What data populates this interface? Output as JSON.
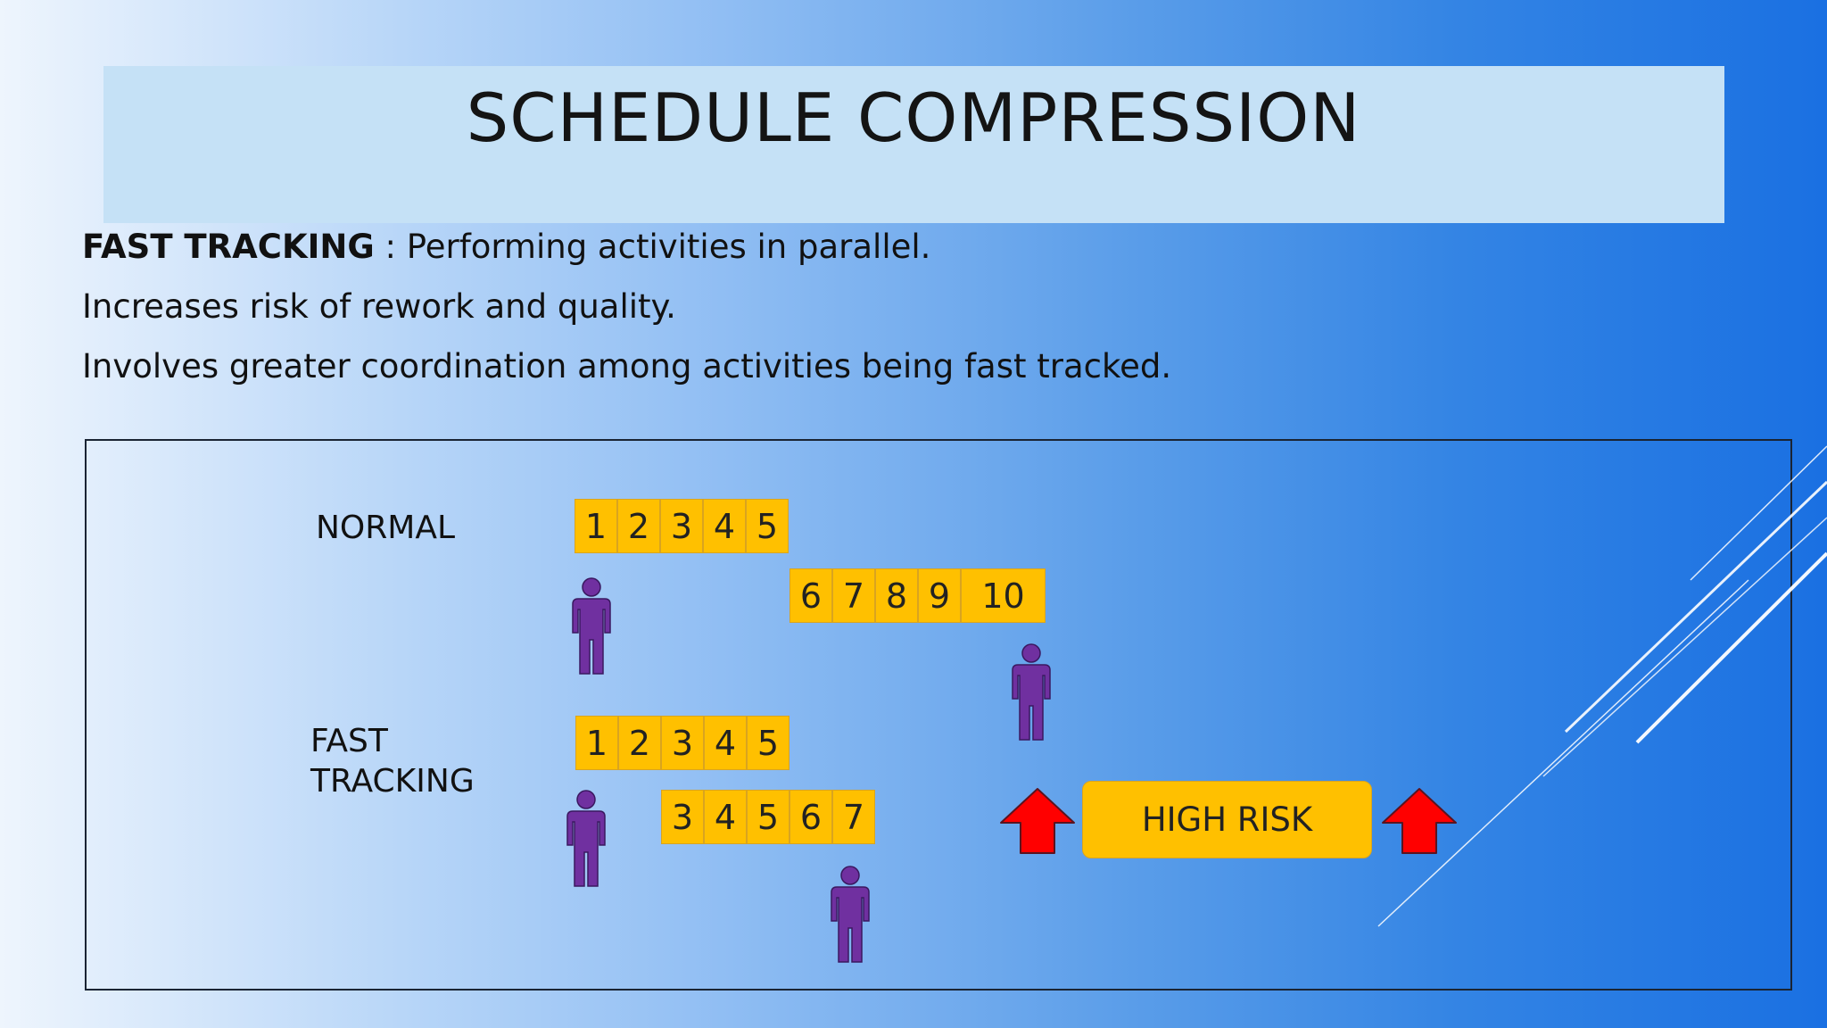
{
  "slide": {
    "title": "SCHEDULE COMPRESSION",
    "definition_term": "FAST TRACKING",
    "definition_text": " : Performing activities in parallel.",
    "bullet_2": "Increases risk of rework and quality.",
    "bullet_3": "Involves greater coordination among activities being fast tracked."
  },
  "diagram": {
    "normal_label": "NORMAL",
    "fast_label_line1": "FAST",
    "fast_label_line2": "TRACKING",
    "normal_row1": [
      "1",
      "2",
      "3",
      "4",
      "5"
    ],
    "normal_row2": [
      "6",
      "7",
      "8",
      "9",
      "10"
    ],
    "fast_row1": [
      "1",
      "2",
      "3",
      "4",
      "5"
    ],
    "fast_row2": [
      "3",
      "4",
      "5",
      "6",
      "7"
    ],
    "risk_label": "HIGH RISK",
    "icons": [
      "person-icon",
      "up-arrow-icon"
    ],
    "colors": {
      "activity_fill": "#ffc000",
      "person": "#7030a0",
      "arrow": "#ff0000",
      "title_bar": "#c5e1f6"
    }
  }
}
